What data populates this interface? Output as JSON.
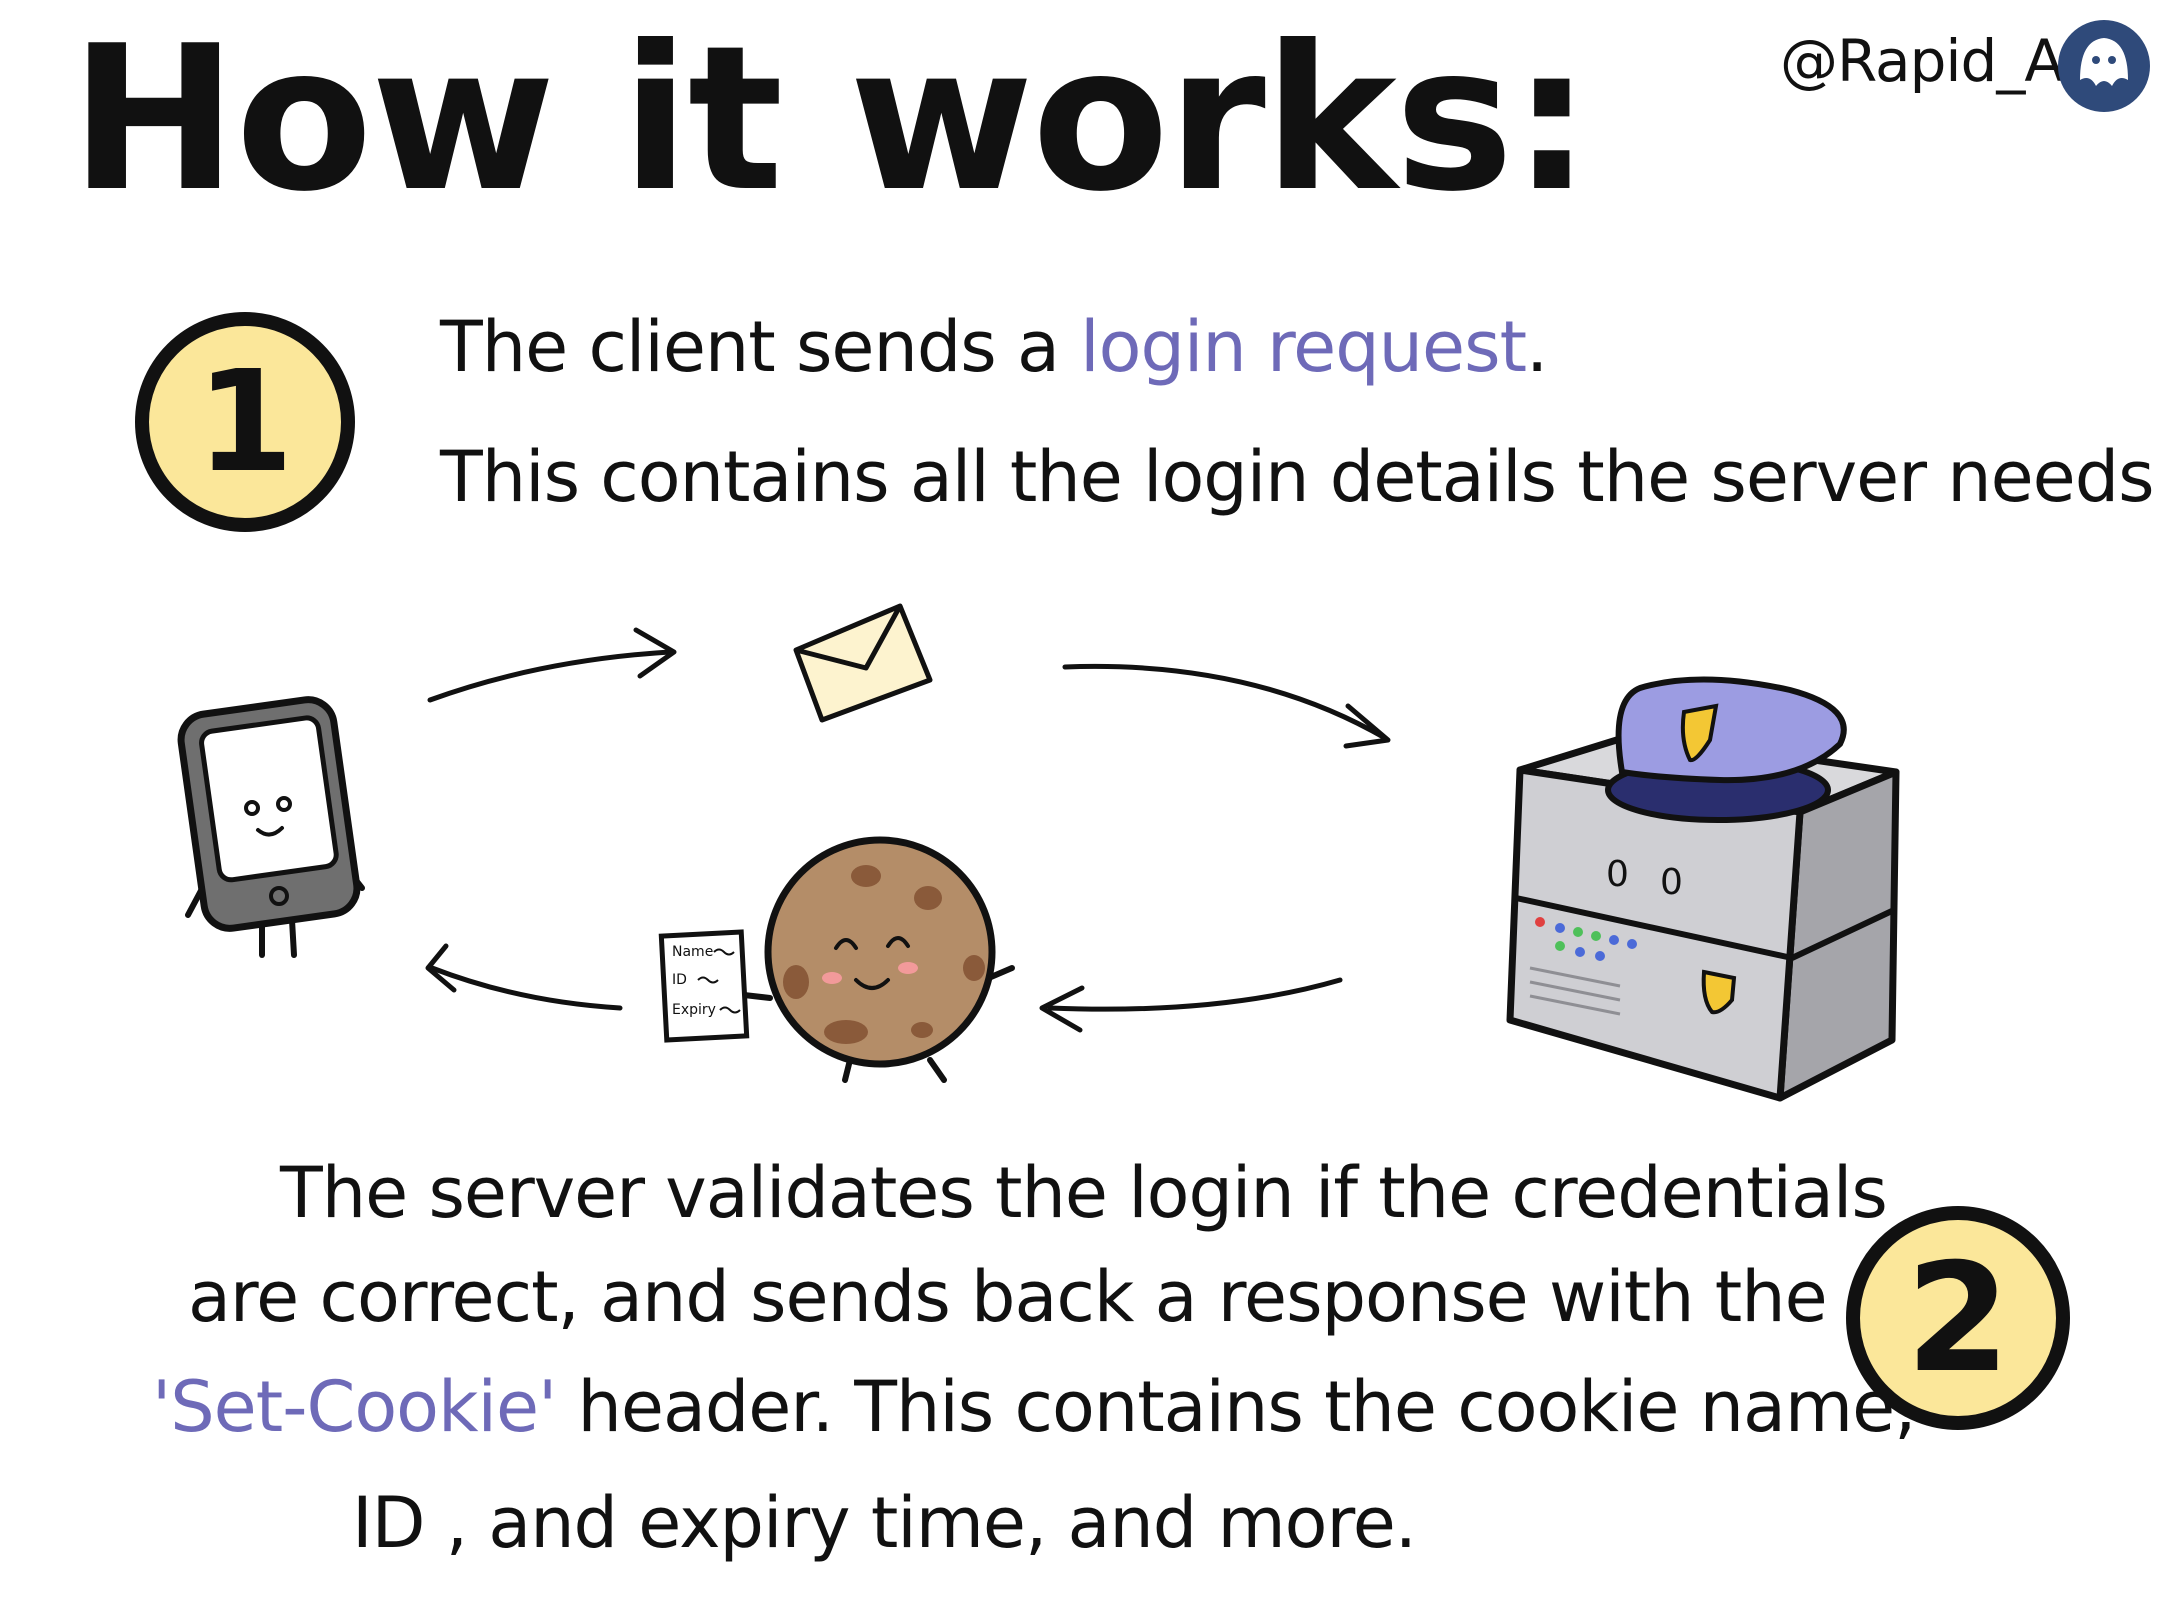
{
  "title": "How it works:",
  "handle": "@Rapid_API",
  "steps": [
    {
      "number": "1",
      "line1_prefix": "The client sends a",
      "line1_highlight": "login request",
      "line1_suffix": ".",
      "line2": "This contains all the login details the server needs."
    },
    {
      "number": "2",
      "line1": "The server validates the login if the credentials",
      "line2": "are correct, and sends back a response with the",
      "line3_highlight": "'Set-Cookie'",
      "line3_suffix": "header. This contains the cookie name,",
      "line4": "ID , and expiry time, and more."
    }
  ],
  "note": {
    "line1": "Name",
    "line2": "ID",
    "line3": "Expiry"
  },
  "colors": {
    "accent": "#6e6ab8",
    "badge_fill": "#fbe79a",
    "envelope": "#fdf3cf",
    "phone_body": "#6f6f6f",
    "server_body": "#cfcfd3",
    "police_cap": "#9c9ce2",
    "cap_band": "#2a2e6e",
    "badge_gold": "#f3c734",
    "cookie": "#b48d68",
    "chip": "#8a5a3a",
    "logo_bg": "#2f4a7a"
  }
}
